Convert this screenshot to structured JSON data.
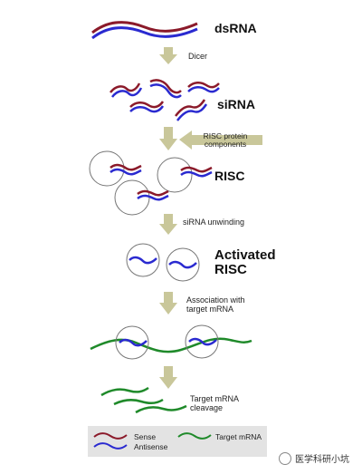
{
  "labels": {
    "dsrna": "dsRNA",
    "dicer": "Dicer",
    "sirna": "siRNA",
    "risc_components": [
      "RISC protein",
      "components"
    ],
    "risc": "RISC",
    "unwinding": "siRNA unwinding",
    "activated_risc": [
      "Activated",
      "RISC"
    ],
    "association": [
      "Association with",
      "target mRNA"
    ],
    "cleavage": [
      "Target mRNA",
      "cleavage"
    ]
  },
  "legend": {
    "sense": "Sense",
    "antisense": "Antisense",
    "target": "Target mRNA"
  },
  "colors": {
    "sense": "#8b1a2a",
    "antisense": "#2a2ad0",
    "target": "#1f8a2a",
    "arrow": "#c9c79a",
    "circle": "#777777"
  },
  "watermark": {
    "text": "医学科研小坑",
    "icon": "wechat-icon"
  }
}
